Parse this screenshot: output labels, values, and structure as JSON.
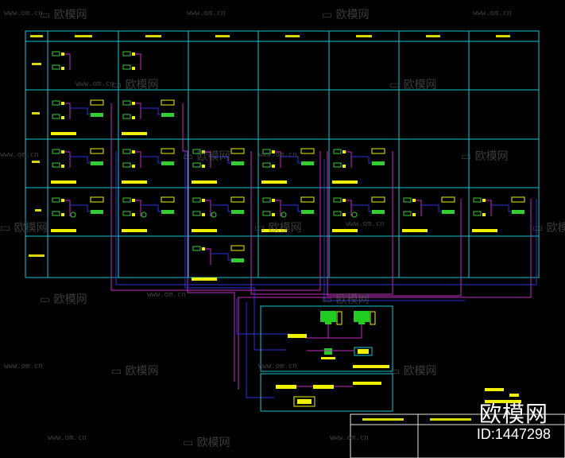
{
  "diagram": {
    "columns": [
      "",
      "",
      "",
      "",
      "",
      "",
      "",
      ""
    ],
    "rows": [
      "",
      "",
      "",
      "",
      ""
    ]
  },
  "watermark": {
    "brand": "欧模网",
    "site": "www.om.cn"
  },
  "stamp": {
    "brand": "欧模网",
    "id_label": "ID:1447298"
  },
  "colors": {
    "grid": "#19c3d2",
    "wire_magenta": "#c02cc0",
    "wire_blue": "#2a34e0",
    "device_green": "#33cc33",
    "label_yellow": "#f0f000",
    "background": "#000000"
  }
}
